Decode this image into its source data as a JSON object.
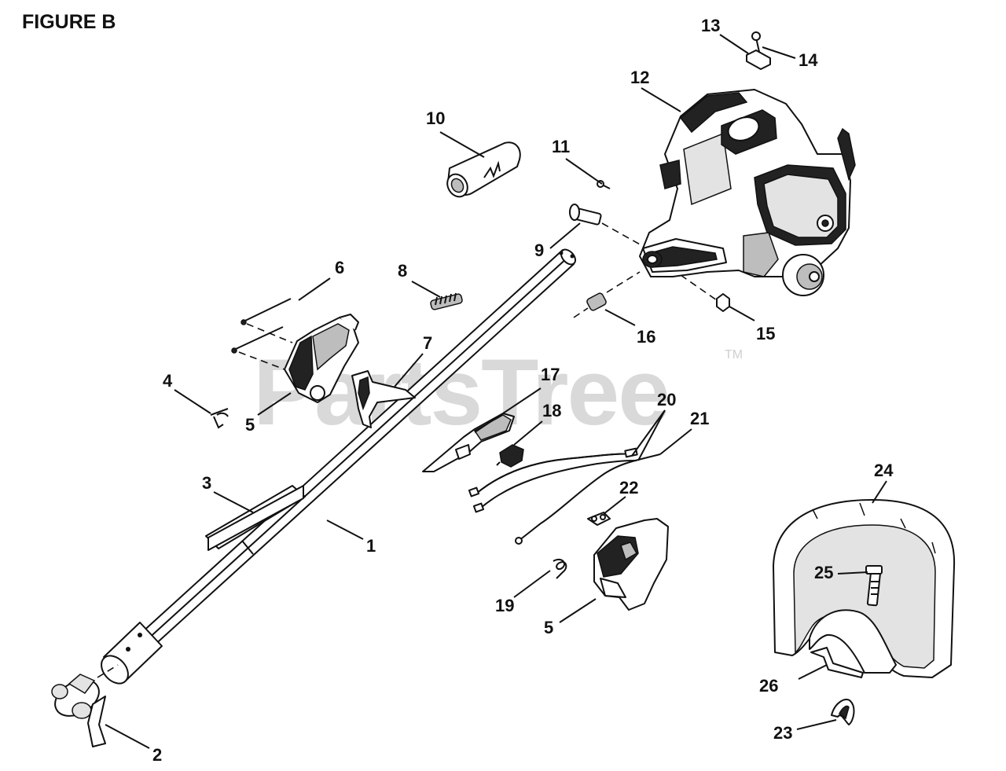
{
  "figure": {
    "title": "FIGURE B"
  },
  "watermark": {
    "brand": "PartsTree",
    "trademark": "TM"
  },
  "callouts": {
    "n1": "1",
    "n2": "2",
    "n3": "3",
    "n4": "4",
    "n5a": "5",
    "n5b": "5",
    "n6": "6",
    "n7": "7",
    "n8": "8",
    "n9": "9",
    "n10": "10",
    "n11": "11",
    "n12": "12",
    "n13": "13",
    "n14": "14",
    "n15": "15",
    "n16": "16",
    "n17": "17",
    "n18": "18",
    "n19": "19",
    "n20": "20",
    "n21": "21",
    "n22": "22",
    "n23": "23",
    "n24": "24",
    "n25": "25",
    "n26": "26"
  }
}
